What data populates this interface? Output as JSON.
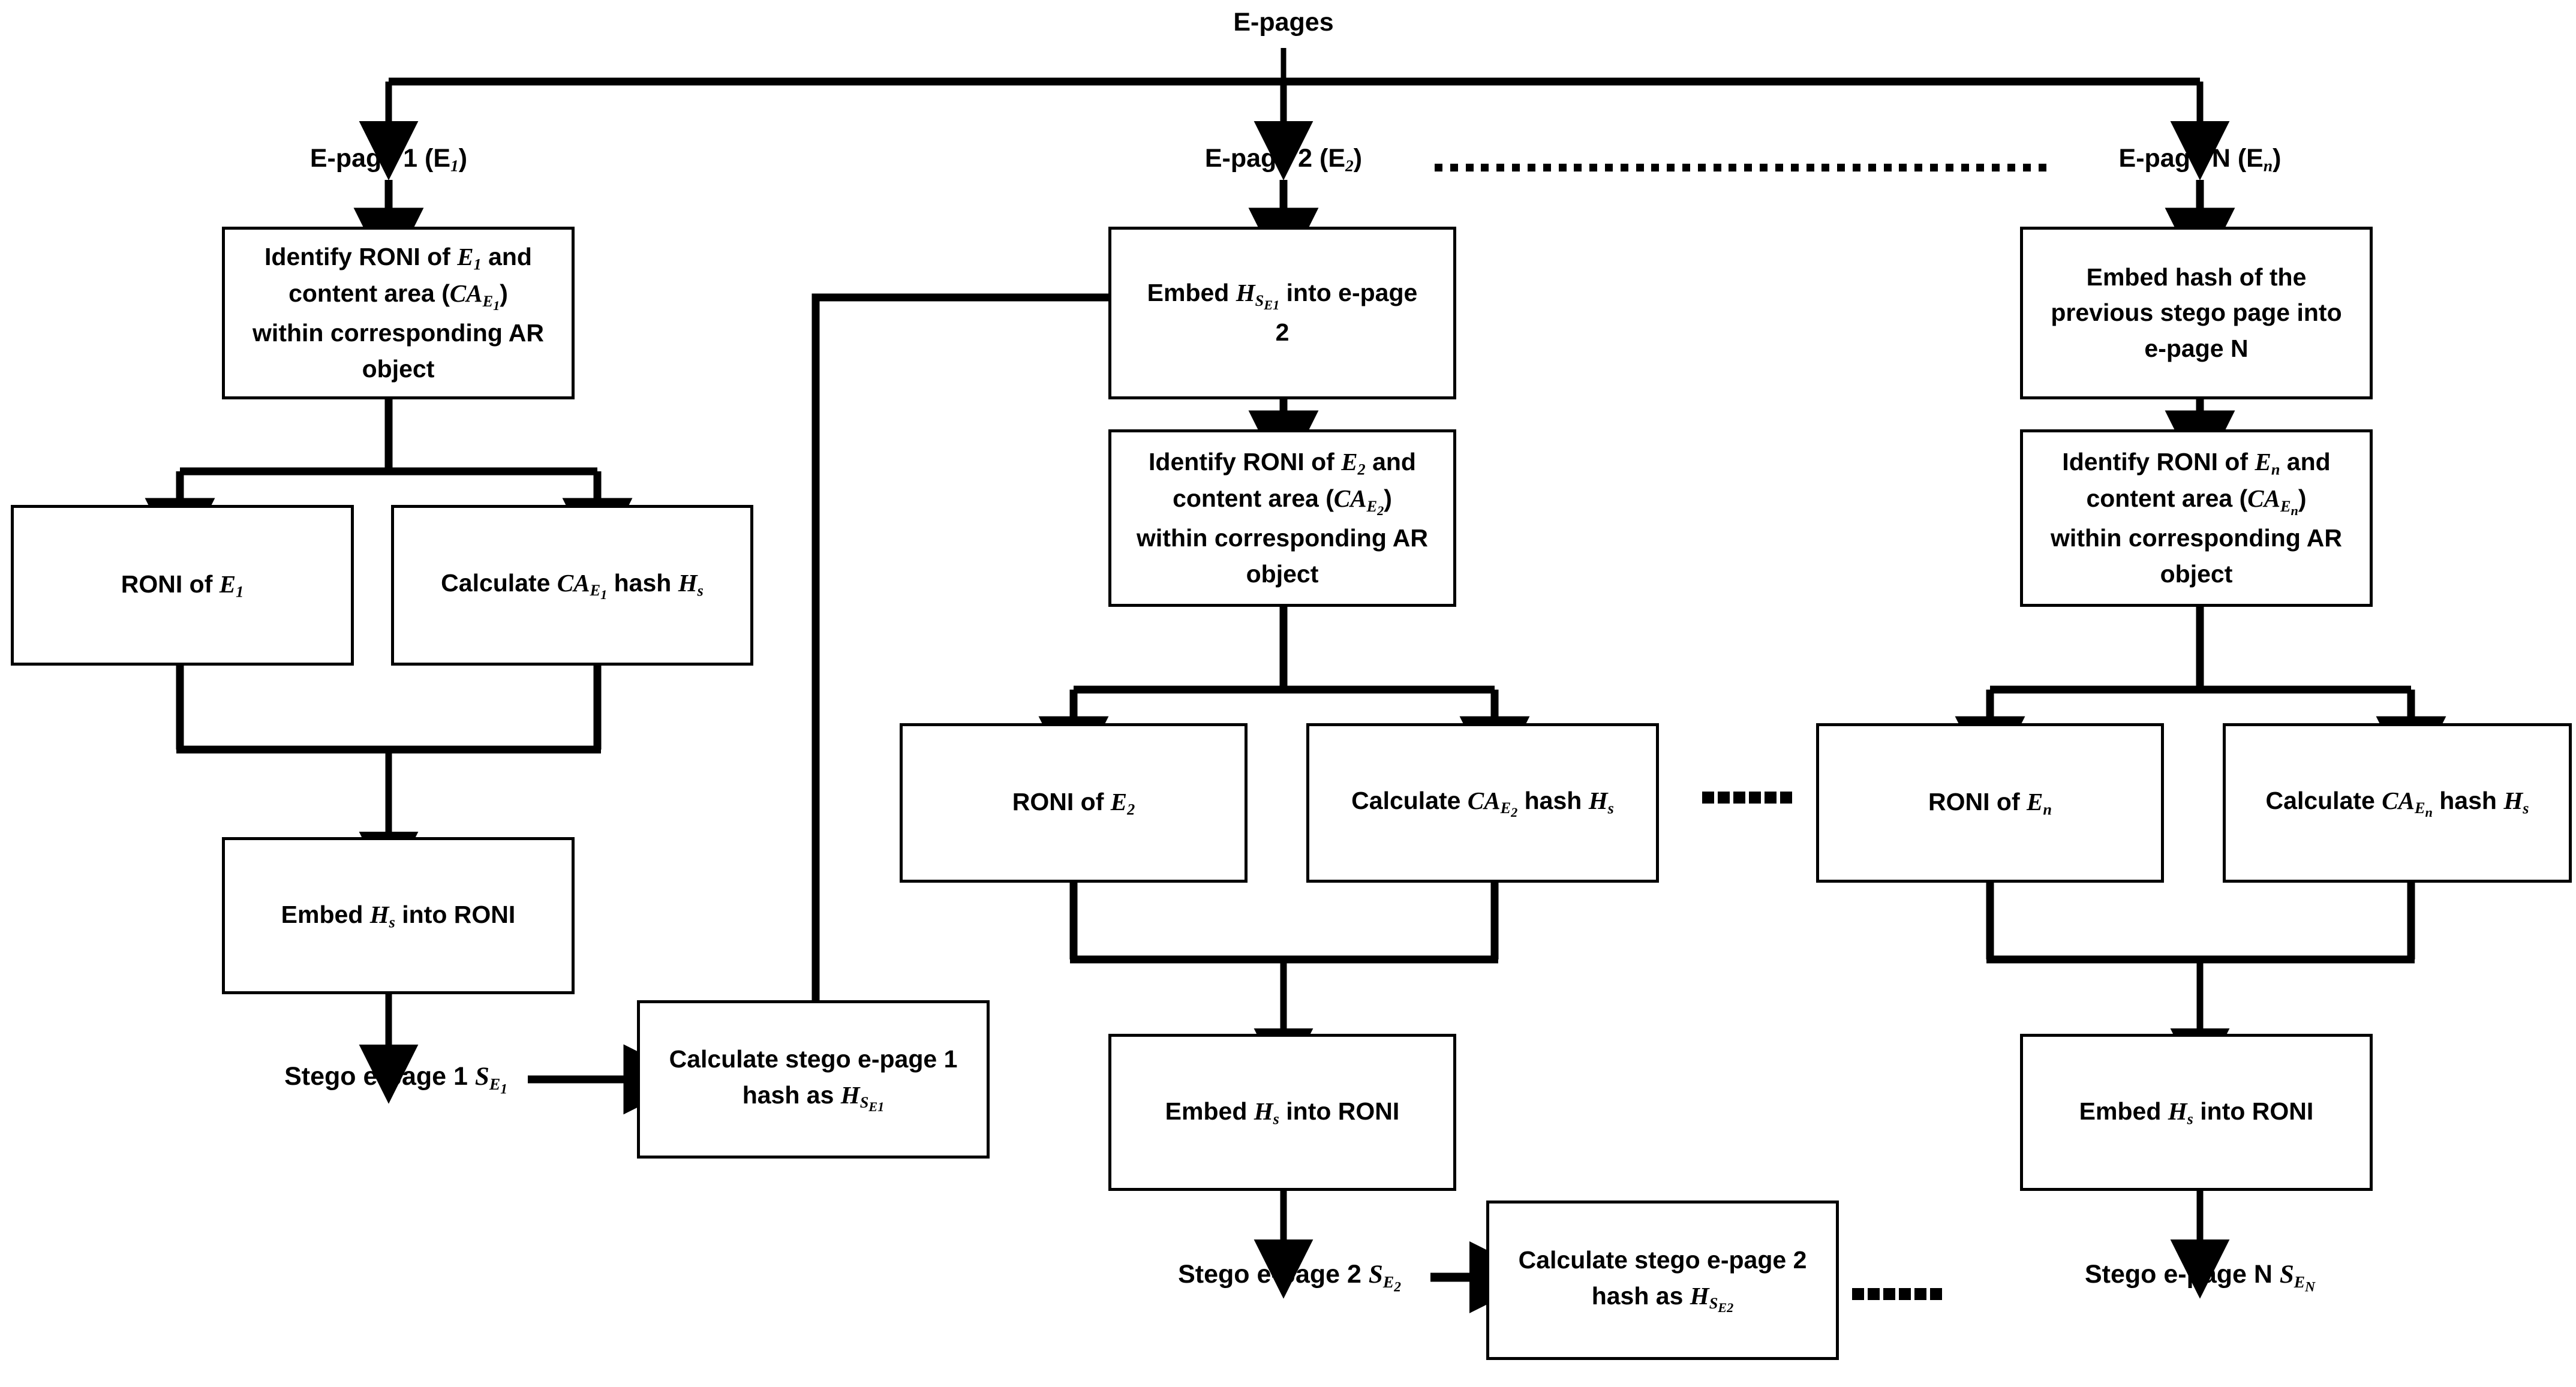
{
  "diagram": {
    "title_node": "E-pages",
    "columns": [
      {
        "id": "col1",
        "page_label_plain": "E-page 1 (E",
        "page_label_sub": "1",
        "page_label_tail": ")",
        "identify_line1_a": "Identify RONI of ",
        "identify_line1_var": "E",
        "identify_line1_sub": "1",
        "identify_line1_b": " and",
        "identify_line2_a": "content area (",
        "identify_line2_var": "CA",
        "identify_line2_sub": "E",
        "identify_line2_subsub": "1",
        "identify_line2_b": ")",
        "identify_line3": "within corresponding AR",
        "identify_line4": "object",
        "roni_a": "RONI of ",
        "roni_var": "E",
        "roni_sub": "1",
        "calc_a": "Calculate ",
        "calc_var": "CA",
        "calc_sub": "E",
        "calc_subsub": "1",
        "calc_b": " hash ",
        "calc_hash_var": "H",
        "calc_hash_sub": "s",
        "embed_a": "Embed ",
        "embed_var": "H",
        "embed_sub": "s",
        "embed_b": " into RONI",
        "stego_a": "Stego e-page 1 ",
        "stego_var": "S",
        "stego_sub": "E",
        "stego_subsub": "1",
        "stegohash_line1": "Calculate stego e-page 1",
        "stegohash_line2_a": "hash as ",
        "stegohash_line2_var": "H",
        "stegohash_line2_sub": "S",
        "stegohash_line2_subsub": "E1"
      },
      {
        "id": "col2",
        "page_label_plain": "E-page 2 (E",
        "page_label_sub": "2",
        "page_label_tail": ")",
        "embed_prev_a": "Embed ",
        "embed_prev_var": "H",
        "embed_prev_sub": "S",
        "embed_prev_subsub": "E1",
        "embed_prev_b": " into e-page",
        "embed_prev_c": "2",
        "identify_line1_a": "Identify RONI of ",
        "identify_line1_var": "E",
        "identify_line1_sub": "2",
        "identify_line1_b": " and",
        "identify_line2_a": "content area (",
        "identify_line2_var": "CA",
        "identify_line2_sub": "E",
        "identify_line2_subsub": "2",
        "identify_line2_b": ")",
        "identify_line3": "within corresponding AR",
        "identify_line4": "object",
        "roni_a": "RONI of ",
        "roni_var": "E",
        "roni_sub": "2",
        "calc_a": "Calculate ",
        "calc_var": "CA",
        "calc_sub": "E",
        "calc_subsub": "2",
        "calc_b": " hash ",
        "calc_hash_var": "H",
        "calc_hash_sub": "s",
        "embed_a": "Embed ",
        "embed_var": "H",
        "embed_sub": "s",
        "embed_b": " into RONI",
        "stego_a": "Stego e-page 2 ",
        "stego_var": "S",
        "stego_sub": "E",
        "stego_subsub": "2",
        "stegohash_line1": "Calculate stego e-page 2",
        "stegohash_line2_a": "hash as ",
        "stegohash_line2_var": "H",
        "stegohash_line2_sub": "S",
        "stegohash_line2_subsub": "E2"
      },
      {
        "id": "colN",
        "page_label_plain": "E-page N (E",
        "page_label_sub": "n",
        "page_label_tail": ")",
        "embed_prev_line1": "Embed hash of the",
        "embed_prev_line2": "previous stego page into",
        "embed_prev_line3": "e-page N",
        "identify_line1_a": "Identify RONI of ",
        "identify_line1_var": "E",
        "identify_line1_sub": "n",
        "identify_line1_b": " and",
        "identify_line2_a": "content area (",
        "identify_line2_var": "CA",
        "identify_line2_sub": "E",
        "identify_line2_subsub": "n",
        "identify_line2_b": ")",
        "identify_line3": "within corresponding AR",
        "identify_line4": "object",
        "roni_a": "RONI of ",
        "roni_var": "E",
        "roni_sub": "n",
        "calc_a": "Calculate ",
        "calc_var": "CA",
        "calc_sub": "E",
        "calc_subsub": "n",
        "calc_b": " hash ",
        "calc_hash_var": "H",
        "calc_hash_sub": "s",
        "embed_a": "Embed ",
        "embed_var": "H",
        "embed_sub": "s",
        "embed_b": " into RONI",
        "stego_a": "Stego e-page N ",
        "stego_var": "S",
        "stego_sub": "E",
        "stego_subsub": "N"
      }
    ],
    "ellipses": {
      "top_between_2_and_N": "dotted-separator",
      "mid_between_2_and_N": "six-square-dots",
      "bottom_after_col2": "six-square-dots"
    },
    "colors": {
      "stroke": "#000000",
      "fill": "#ffffff",
      "text": "#000000"
    }
  }
}
